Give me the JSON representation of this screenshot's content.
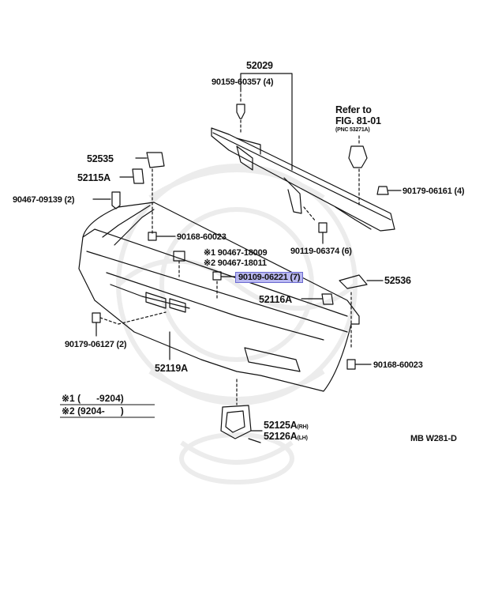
{
  "colors": {
    "ink": "#111111",
    "highlight": "#b9b8f0",
    "watermark": "#ececec"
  },
  "watermark": "seal-watermark",
  "parts": {
    "p52029": "52029",
    "p90159": "90159-60357 (4)",
    "refer_to": "Refer to",
    "fig": "FIG. 81-01",
    "pnc": "(PNC 53271A)",
    "p52535": "52535",
    "p52115A": "52115A",
    "p90467_09139": "90467-09139 (2)",
    "p90168_a": "90168-60023",
    "p90179_06161": "90179-06161 (4)",
    "p90119": "90119-06374 (6)",
    "p90467_18009": "※1 90467-18009",
    "p90467_18011": "※2 90467-18011",
    "p90109": "90109-06221 (7)",
    "p52536": "52536",
    "p52116A": "52116A",
    "p90179_06127": "90179-06127 (2)",
    "p52119A": "52119A",
    "p90168_b": "90168-60023",
    "p52125A": "52125A",
    "p52125A_side": "(RH)",
    "p52126A": "52126A",
    "p52126A_side": "(LH)"
  },
  "legend": {
    "line1": "※1 (      -9204)",
    "line2": "※2 (9204-      )"
  },
  "diagram_code": "MB W281-D"
}
